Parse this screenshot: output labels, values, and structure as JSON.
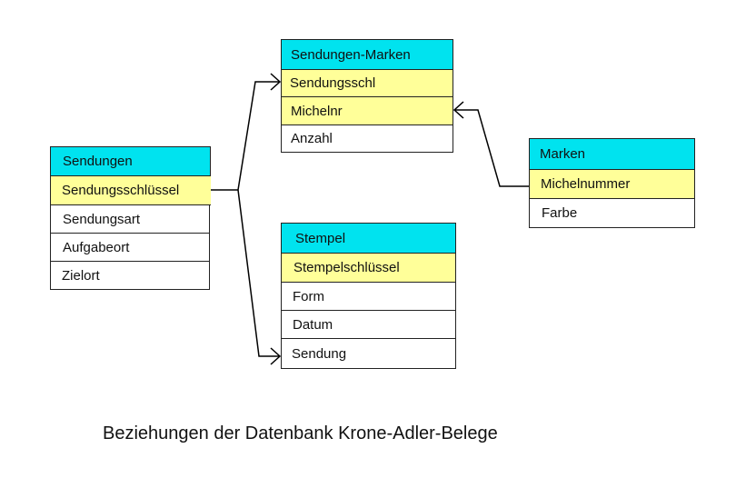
{
  "entities": {
    "sendungen": {
      "title": "Sendungen",
      "fields": [
        "Sendungsschlüssel",
        "Sendungsart",
        "Aufgabeort",
        "Zielort"
      ]
    },
    "sendungen_marken": {
      "title": "Sendungen-Marken",
      "fields": [
        "Sendungsschl",
        "Michelnr",
        "Anzahl"
      ]
    },
    "stempel": {
      "title": "Stempel",
      "fields": [
        "Stempelschlüssel",
        "Form",
        "Datum",
        "Sendung"
      ]
    },
    "marken": {
      "title": "Marken",
      "fields": [
        "Michelnummer",
        "Farbe"
      ]
    }
  },
  "caption": "Beziehungen der Datenbank Krone-Adler-Belege",
  "colors": {
    "header": "#00e3ef",
    "key_field": "#ffff99",
    "field": "#ffffff",
    "line": "#000000"
  }
}
